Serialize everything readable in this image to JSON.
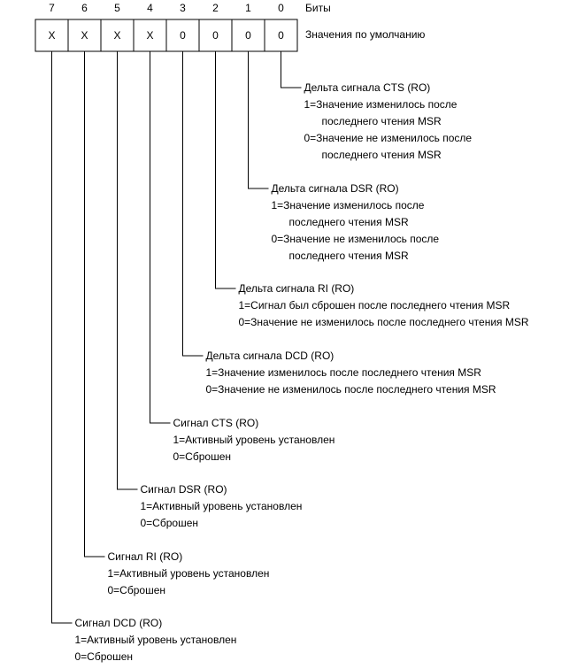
{
  "header": {
    "bits_label": "Биты",
    "defaults_label": "Значения по умолчанию"
  },
  "bits": [
    {
      "number": "7",
      "default": "X"
    },
    {
      "number": "6",
      "default": "X"
    },
    {
      "number": "5",
      "default": "X"
    },
    {
      "number": "4",
      "default": "X"
    },
    {
      "number": "3",
      "default": "0"
    },
    {
      "number": "2",
      "default": "0"
    },
    {
      "number": "1",
      "default": "0"
    },
    {
      "number": "0",
      "default": "0"
    }
  ],
  "fields": [
    {
      "bit": "0",
      "title": "Дельта сигнала CTS (RO)",
      "lines": [
        {
          "text": "1=Значение изменилось после",
          "indent": false
        },
        {
          "text": "последнего чтения MSR",
          "indent": true
        },
        {
          "text": "0=Значение не изменилось после",
          "indent": false
        },
        {
          "text": "последнего чтения MSR",
          "indent": true
        }
      ]
    },
    {
      "bit": "1",
      "title": "Дельта сигнала DSR (RO)",
      "lines": [
        {
          "text": "1=Значение изменилось после",
          "indent": false
        },
        {
          "text": "последнего чтения MSR",
          "indent": true
        },
        {
          "text": "0=Значение не изменилось после",
          "indent": false
        },
        {
          "text": "последнего чтения MSR",
          "indent": true
        }
      ]
    },
    {
      "bit": "2",
      "title": "Дельта сигнала RI (RO)",
      "lines": [
        {
          "text": "1=Сигнал был сброшен после последнего чтения MSR",
          "indent": false
        },
        {
          "text": "0=Значение не изменилось после последнего чтения MSR",
          "indent": false
        }
      ]
    },
    {
      "bit": "3",
      "title": "Дельта сигнала DCD (RO)",
      "lines": [
        {
          "text": "1=Значение изменилось после последнего чтения MSR",
          "indent": false
        },
        {
          "text": "0=Значение не изменилось после последнего чтения MSR",
          "indent": false
        }
      ]
    },
    {
      "bit": "4",
      "title": "Сигнал CTS (RO)",
      "lines": [
        {
          "text": "1=Активный уровень установлен",
          "indent": false
        },
        {
          "text": "0=Сброшен",
          "indent": false
        }
      ]
    },
    {
      "bit": "5",
      "title": "Сигнал DSR (RO)",
      "lines": [
        {
          "text": "1=Активный уровень установлен",
          "indent": false
        },
        {
          "text": "0=Сброшен",
          "indent": false
        }
      ]
    },
    {
      "bit": "6",
      "title": "Сигнал RI (RO)",
      "lines": [
        {
          "text": "1=Активный уровень установлен",
          "indent": false
        },
        {
          "text": "0=Сброшен",
          "indent": false
        }
      ]
    },
    {
      "bit": "7",
      "title": "Сигнал DCD (RO)",
      "lines": [
        {
          "text": "1=Активный уровень установлен",
          "indent": false
        },
        {
          "text": "0=Сброшен",
          "indent": false
        }
      ]
    }
  ]
}
